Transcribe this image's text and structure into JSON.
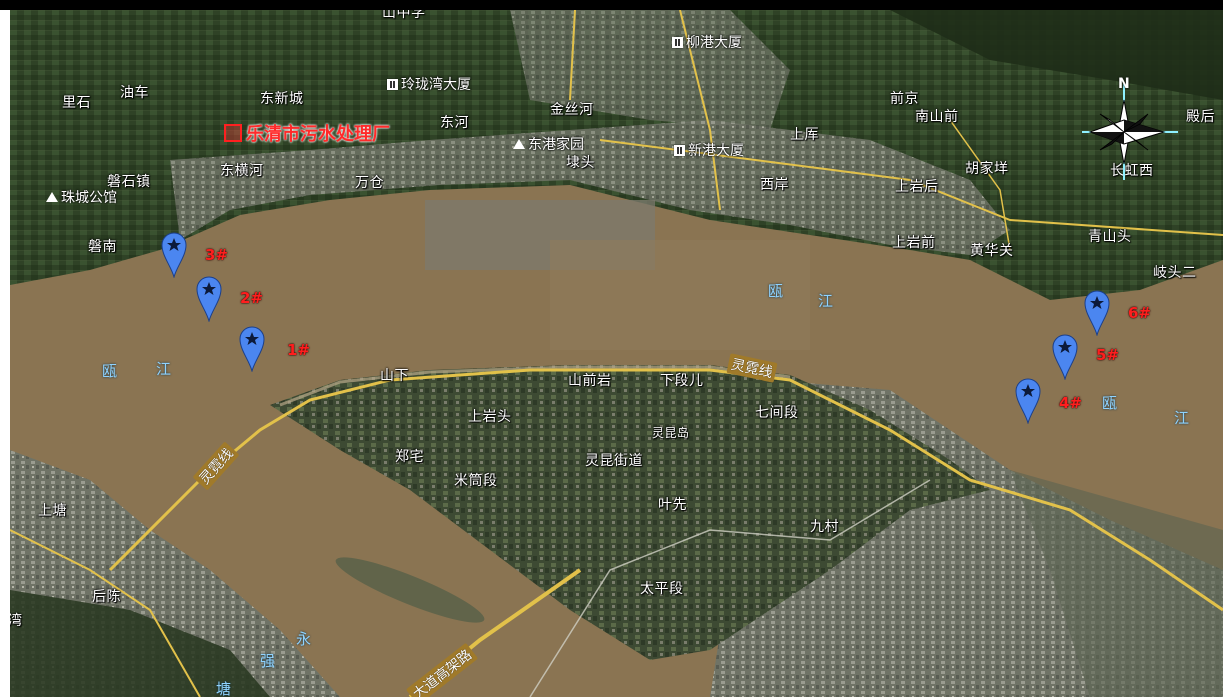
{
  "site": {
    "label": "乐清市污水处理厂",
    "color": "#ff2020"
  },
  "compass": {
    "north_label": "N"
  },
  "markers": [
    {
      "label": "1#"
    },
    {
      "label": "2#"
    },
    {
      "label": "3#"
    },
    {
      "label": "4#"
    },
    {
      "label": "5#"
    },
    {
      "label": "6#"
    }
  ],
  "places": {
    "p_shanzhong": "山中学",
    "p_lishi": "里石",
    "p_youche": "油车",
    "p_dongxincheng": "东新城",
    "p_donghe": "东河",
    "p_jinsihe": "金丝河",
    "p_dongheng": "东横河",
    "p_wancang": "万仓",
    "p_panshizhen": "磐石镇",
    "p_pannan": "磐南",
    "p_dongtou": "埭头",
    "p_shanghou": "上厍",
    "p_xian": "西岸",
    "p_qianjing": "前京",
    "p_nanshanqian": "南山前",
    "p_hujiaban": "胡家垟",
    "p_shangyanhou": "上岩后",
    "p_dianli": "殿后",
    "p_changhong": "长虹西",
    "p_shangyanqian": "上岩前",
    "p_huanghuaguan": "黄华关",
    "p_qingshantou": "青山头",
    "p_qitouer": "岐头二",
    "p_shanxia": "山下",
    "p_shanqianyan": "山前岩",
    "p_xiaduaner": "下段儿",
    "p_shangyantou": "上岩头",
    "p_qijianduan": "七间段",
    "p_lingkundao": "灵昆岛",
    "p_zhengzhai": "郑宅",
    "p_lingkunjiedao": "灵昆街道",
    "p_mitongduan": "米筒段",
    "p_yexian": "叶先",
    "p_jiucun": "九村",
    "p_shangtang": "上塘",
    "p_houchen": "后陈",
    "p_taipingduan": "太平段",
    "p_wan": "湾"
  },
  "pois": {
    "liugang": "柳港大厦",
    "linglong": "玲珑湾大厦",
    "donggangjiayuan": "东港家园",
    "xingang": "新港大厦",
    "zhucheng": "珠城公馆"
  },
  "roads": {
    "lingxiaxian_a": "灵霓线",
    "lingxiaxian_b": "灵霓线",
    "gaojia": "大道高架路"
  },
  "water": {
    "ou_a": "瓯",
    "jiang_a": "江",
    "ou_b": "瓯",
    "jiang_b": "江",
    "ou_c": "瓯",
    "jiang_c": "江",
    "yong": "永",
    "qiang": "强",
    "tang": "塘"
  },
  "colors": {
    "river": "#8a7452",
    "land_dark": "#27361f",
    "urban": "#7d7f72",
    "marker": "#4b86f0",
    "label_red": "#ff1e1e",
    "road": "#e2c14a"
  }
}
